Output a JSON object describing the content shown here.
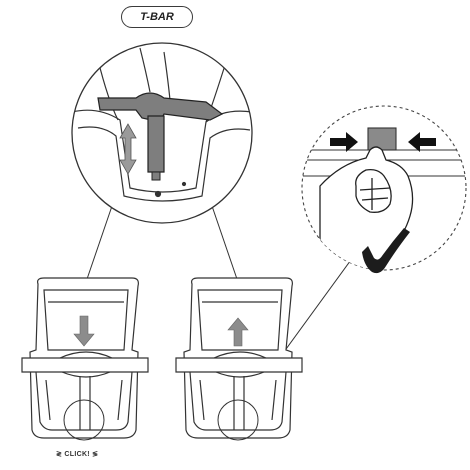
{
  "header": {
    "label": "T-BAR"
  },
  "annotations": {
    "click_text": "≷ CLICK! ≶"
  },
  "icons": [
    "t-bar-handle",
    "up-down-arrow",
    "down-arrow",
    "up-arrow",
    "squeeze-arrows",
    "hand",
    "check-mark"
  ],
  "colors": {
    "arrow_fill": "#8c8c8c",
    "handle_fill": "#7e7e7e",
    "check_fill": "#1c1c1c",
    "line": "#333333"
  }
}
